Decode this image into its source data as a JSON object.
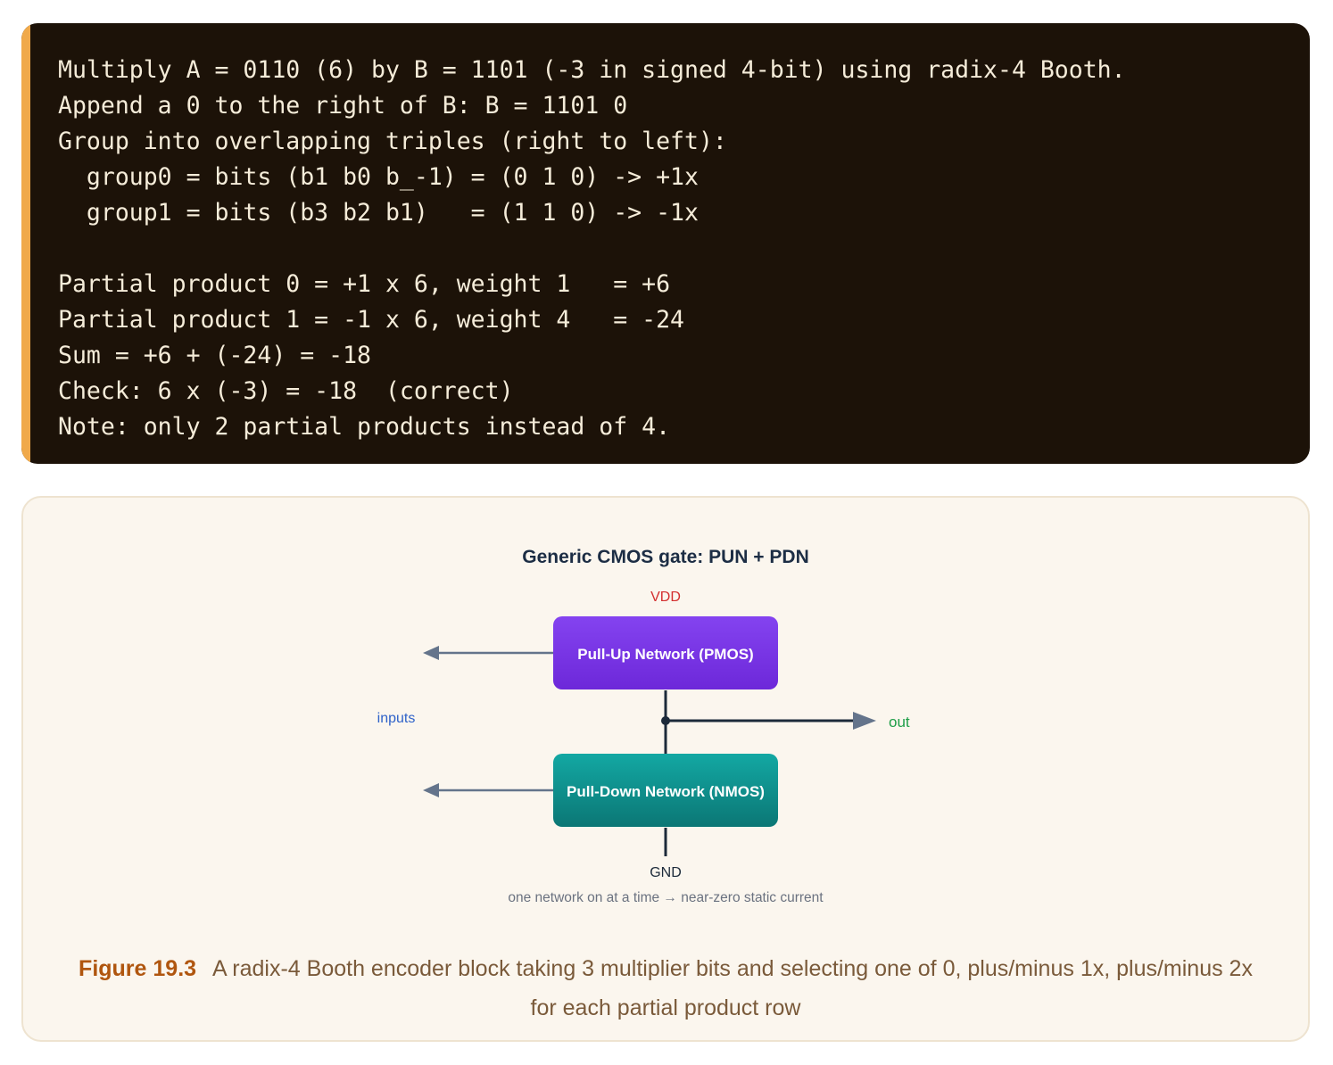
{
  "code": {
    "lines": [
      "Multiply A = 0110 (6) by B = 1101 (-3 in signed 4-bit) using radix-4 Booth.",
      "Append a 0 to the right of B: B = 1101 0",
      "Group into overlapping triples (right to left):",
      "  group0 = bits (b1 b0 b_-1) = (0 1 0) -> +1x",
      "  group1 = bits (b3 b2 b1)   = (1 1 0) -> -1x",
      "",
      "Partial product 0 = +1 x 6, weight 1   = +6",
      "Partial product 1 = -1 x 6, weight 4   = -24",
      "Sum = +6 + (-24) = -18",
      "Check: 6 x (-3) = -18  (correct)",
      "Note: only 2 partial products instead of 4."
    ]
  },
  "diagram": {
    "title": "Generic CMOS gate: PUN + PDN",
    "vdd_label": "VDD",
    "pun_label": "Pull-Up Network (PMOS)",
    "pdn_label": "Pull-Down Network (NMOS)",
    "inputs_label": "inputs",
    "out_label": "out",
    "gnd_label": "GND",
    "note": "one network on at a time → near-zero static current",
    "colors": {
      "pun_fill": "#7c3aed",
      "pdn_fill": "#0f9a97",
      "vdd": "#d32f2f",
      "inputs": "#2f62c9",
      "out": "#1e9e48",
      "wire": "#1c2a3a",
      "arrow": "#64748b"
    }
  },
  "caption": {
    "label": "Figure 19.3",
    "text": "A radix-4 Booth encoder block taking 3 multiplier bits and selecting one of 0, plus/minus 1x, plus/minus 2x for each partial product row"
  }
}
